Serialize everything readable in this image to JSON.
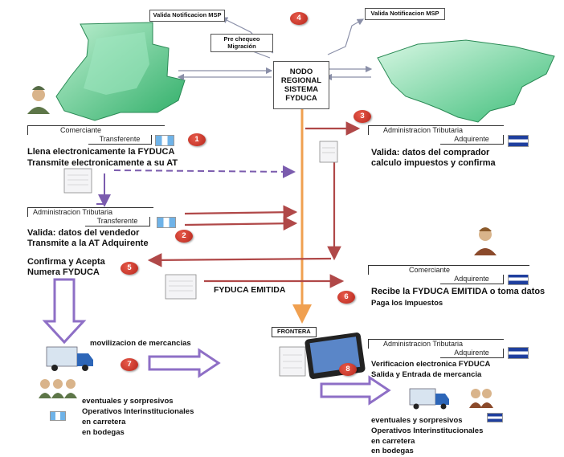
{
  "top": {
    "valida_left": "Valida Notificacion MSP",
    "valida_right": "Valida Notificacion MSP",
    "prechequeo": "Pre chequeo Migración",
    "nodo": "NODO REGIONAL SISTEMA FYDUCA",
    "step4": "4"
  },
  "left": {
    "comerciante_label": "Comerciante",
    "transferente_label": "Transferente",
    "step1": "1",
    "line1": "Llena electronicamente la FYDUCA",
    "line2": "Transmite electronicamente a su AT",
    "admin_label": "Administracion Tributaria",
    "admin_transferente": "Transferente",
    "step2": "2",
    "valida_line1": "Valida: datos del vendedor",
    "valida_line2": "Transmite a la AT Adquirente",
    "confirma_line1": "Confirma y Acepta",
    "confirma_line2": "Numera FYDUCA",
    "step5": "5",
    "movilizacion": "movilizacion de mercancias",
    "step7": "7",
    "ops_line1": "eventuales y sorpresivos",
    "ops_line2": "Operativos Interinstitucionales",
    "ops_line3": "en carretera",
    "ops_line4": "en bodegas"
  },
  "right": {
    "step3": "3",
    "admin_label": "Administracion Tributaria",
    "adquirente_label": "Adquirente",
    "valida_line1": "Valida: datos del comprador",
    "valida_line2": "calculo impuestos  y confirma",
    "comerciante_label": "Comerciante",
    "adquirente_label2": "Adquirente",
    "recibe_line1": "Recibe la FYDUCA EMITIDA  o toma datos",
    "recibe_line2": "Paga los Impuestos",
    "step6": "6",
    "frontera": "FRONTERA",
    "admin_label2": "Administracion Tributaria",
    "adquirente_label3": "Adquirente",
    "step8": "8",
    "verif_line1": "Verificacion electronica FYDUCA",
    "verif_line2": "Salida y Entrada de mercancia",
    "ops_line1": "eventuales y sorpresivos",
    "ops_line2": "Operativos Interinstitucionales",
    "ops_line3": "en carretera",
    "ops_line4": "en bodegas"
  },
  "center": {
    "emitida": "FYDUCA EMITIDA"
  },
  "colors": {
    "red_arrow": "#b04848",
    "purple_arrow": "#7b5cae",
    "orange_line": "#f0a050",
    "badge": "#c0392b",
    "map_green": "#6fd09a"
  }
}
